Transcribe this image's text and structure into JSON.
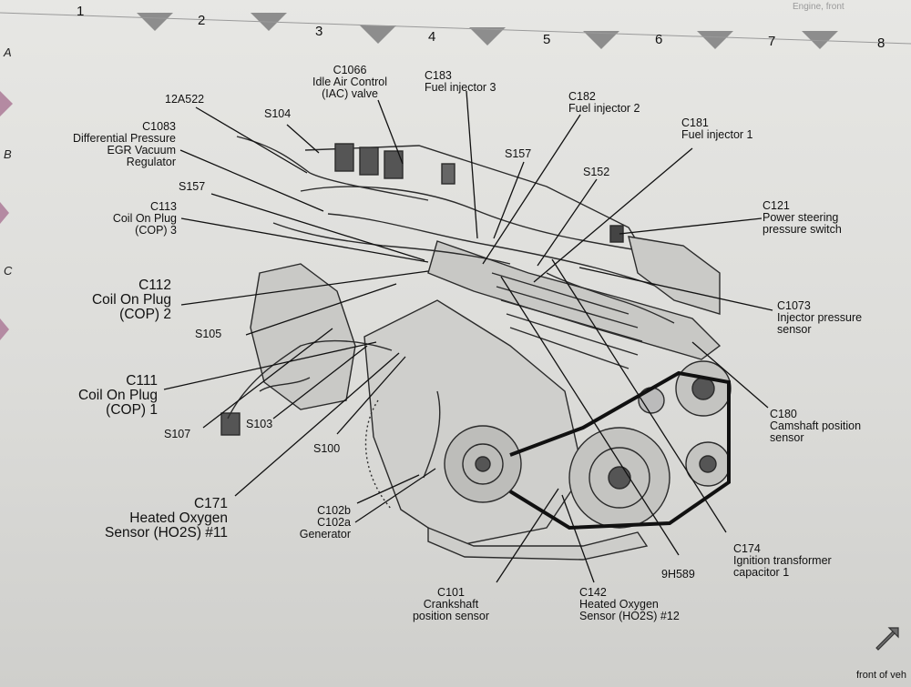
{
  "header_text": "Engine, front",
  "columns": [
    "1",
    "2",
    "3",
    "4",
    "5",
    "6",
    "7",
    "8"
  ],
  "rows": [
    "A",
    "B",
    "C"
  ],
  "labels": {
    "c1066": "C1066\nIdle Air Control\n(IAC) valve",
    "c183": "C183\nFuel injector 3",
    "c182": "C182\nFuel injector 2",
    "c181": "C181\nFuel injector 1",
    "s12a522": "12A522",
    "s104": "S104",
    "s157a": "S157",
    "s152": "S152",
    "c1083": "C1083\nDifferential Pressure\nEGR Vacuum\nRegulator",
    "s157b": "S157",
    "c113": "C113\nCoil On Plug\n(COP) 3",
    "c121": "C121\nPower steering\npressure switch",
    "c112": "C112\nCoil On Plug\n(COP) 2",
    "c1073": "C1073\nInjector pressure\nsensor",
    "s105": "S105",
    "c111": "C111\nCoil On Plug\n(COP) 1",
    "c180": "C180\nCamshaft position\nsensor",
    "s107": "S107",
    "s103": "S103",
    "s100": "S100",
    "c171": "C171\nHeated Oxygen\nSensor (HO2S) #11",
    "c102": "C102b\nC102a\nGenerator",
    "c174": "C174\nIgnition transformer\ncapacitor 1",
    "h9h589": "9H589",
    "c101": "C101\nCrankshaft\nposition sensor",
    "c142": "C142\nHeated Oxygen\nSensor (HO2S) #12"
  },
  "footer": {
    "front_label": "front of veh"
  },
  "colors": {
    "ink": "#111111",
    "paper": "#e2e2df",
    "tab": "#8a8a8a",
    "pink_tab": "#c9a2b6"
  }
}
